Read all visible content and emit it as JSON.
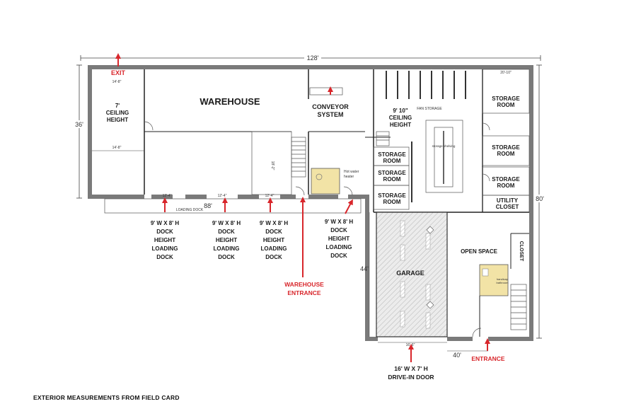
{
  "dimensions": {
    "total_width": "128'",
    "left_height": "36'",
    "right_height": "80'",
    "loading_dock_width": "88'",
    "garage_height": "44'",
    "bottom_right_width": "40'",
    "dock_door_small": "12'-4\"",
    "room_top_right": "20'-10\"",
    "mezz_width": "14'-8\"",
    "garage_door_width": "16'-6\"",
    "interior_height": "18'-2\""
  },
  "labels": {
    "exit": "EXIT",
    "warehouse": "WAREHOUSE",
    "ceiling_7": [
      "7'",
      "CEILING",
      "HEIGHT"
    ],
    "conveyor": [
      "CONVEYOR",
      "SYSTEM"
    ],
    "ceiling_910": [
      "9' 10\"",
      "CEILING",
      "HEIGHT"
    ],
    "fan_storage": "FAN STORAGE",
    "storage_shelving": "storage shelving",
    "storage_room": [
      "STORAGE",
      "ROOM"
    ],
    "utility_closet": [
      "UTILITY",
      "CLOSET"
    ],
    "hot_water": [
      "Hot water",
      "heater"
    ],
    "loading_dock": "LOADING DOCK",
    "garage": "GARAGE",
    "open_space": "OPEN SPACE",
    "closet": "CLOSET",
    "bathroom": [
      "handicap",
      "bathroom"
    ],
    "entrance": "ENTRANCE",
    "warehouse_entrance": [
      "WAREHOUSE",
      "ENTRANCE"
    ],
    "dock_label": [
      "9' W X 8' H",
      "DOCK",
      "HEIGHT",
      "LOADING",
      "DOCK"
    ],
    "drive_in": [
      "16' W X 7' H",
      "DRIVE-IN DOOR"
    ],
    "footer": "EXTERIOR MEASUREMENTS FROM FIELD CARD"
  },
  "colors": {
    "arrow_red": "#d8262b",
    "wall_gray": "#7a7a7a",
    "bath_yellow": "#f2e3a6",
    "garage_hatch": "#e8e8e8"
  }
}
